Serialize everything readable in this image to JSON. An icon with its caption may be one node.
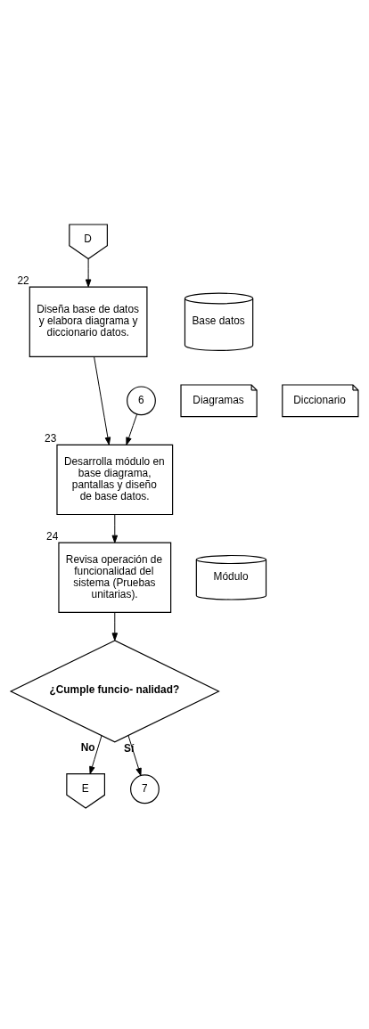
{
  "diagram": {
    "nodes": [
      {
        "text": [
          "D"
        ]
      },
      {
        "text": [
          "Diseña base de datos y elabora diagrama y diccionario datos."
        ],
        "beside": [
          "22"
        ]
      },
      {
        "text": [
          "Base datos"
        ]
      },
      {
        "text": [
          "Diagramas"
        ]
      },
      {
        "text": [
          "Diccionario"
        ]
      },
      {
        "text": [
          "6"
        ]
      },
      {
        "text": [
          "Desarrolla módulo en base diagrama, pantallas y diseño de base datos."
        ],
        "beside": [
          "23"
        ]
      },
      {
        "text": [
          "Revisa operación de funcionalidad del sistema (Pruebas unitarias)."
        ],
        "beside": [
          "24"
        ]
      },
      {
        "text": [
          "Módulo"
        ]
      },
      {
        "text": [
          "¿Cumple funcio- nalidad?"
        ]
      },
      {
        "text": [
          "E"
        ]
      },
      {
        "text": [
          "7"
        ]
      }
    ],
    "edges": [
      {
        "from": 0,
        "to": 1,
        "arrow": "to"
      },
      {
        "from": 1,
        "to": 6,
        "arrow": "to"
      },
      {
        "from": 5,
        "to": 6,
        "arrow": "to"
      },
      {
        "from": 6,
        "to": 7,
        "arrow": "to"
      },
      {
        "from": 7,
        "to": 9,
        "arrow": "to"
      },
      {
        "from": 9,
        "to": 10,
        "label": "No",
        "arrow": "to"
      },
      {
        "from": 9,
        "to": 11,
        "label": "Sí",
        "arrow": "to"
      }
    ]
  }
}
